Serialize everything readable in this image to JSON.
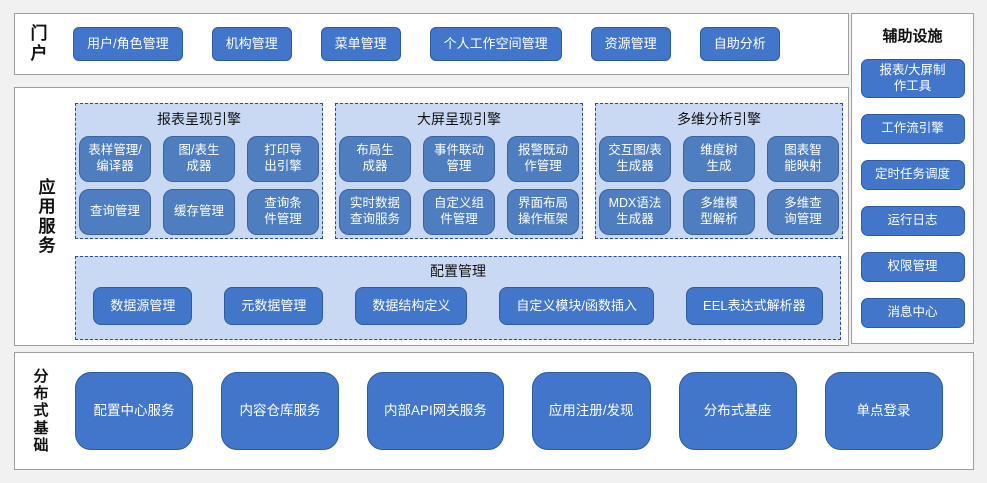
{
  "colors": {
    "page_bg": "#f1f1f1",
    "section_bg": "#ffffff",
    "section_border": "#9d9d9d",
    "button_fill": "#4176cb",
    "button_border": "#2e5aa0",
    "sub_button_fill": "#4e7dc0",
    "sub_button_border": "#3a62a5",
    "panel_fill": "#cad9f3",
    "panel_border": "#2b4a8b",
    "button_text": "#ffffff"
  },
  "portal": {
    "label": "门户",
    "items": [
      "用户/角色管理",
      "机构管理",
      "菜单管理",
      "个人工作空间管理",
      "资源管理",
      "自助分析"
    ]
  },
  "auxiliary": {
    "title": "辅助设施",
    "items": [
      "报表/大屏制\n作工具",
      "工作流引擎",
      "定时任务调度",
      "运行日志",
      "权限管理",
      "消息中心"
    ]
  },
  "app_services": {
    "label": "应用服务",
    "engines": [
      {
        "title": "报表呈现引擎",
        "items": [
          "表样管理/\n编译器",
          "图/表生\n成器",
          "打印导\n出引擎",
          "查询管理",
          "缓存管理",
          "查询条\n件管理"
        ]
      },
      {
        "title": "大屏呈现引擎",
        "items": [
          "布局生\n成器",
          "事件联动\n管理",
          "报警既动\n作管理",
          "实时数据\n查询服务",
          "自定义组\n件管理",
          "界面布局\n操作框架"
        ]
      },
      {
        "title": "多维分析引擎",
        "items": [
          "交互图/表\n生成器",
          "维度树\n生成",
          "图表智\n能映射",
          "MDX语法\n生成器",
          "多维模\n型解析",
          "多维查\n询管理"
        ]
      }
    ],
    "config": {
      "title": "配置管理",
      "items": [
        "数据源管理",
        "元数据管理",
        "数据结构定义",
        "自定义模块/函数插入",
        "EEL表达式解析器"
      ]
    }
  },
  "foundation": {
    "label": "分布式基础",
    "items": [
      "配置中心服务",
      "内容仓库服务",
      "内部API网关服务",
      "应用注册/发现",
      "分布式基座",
      "单点登录"
    ]
  }
}
